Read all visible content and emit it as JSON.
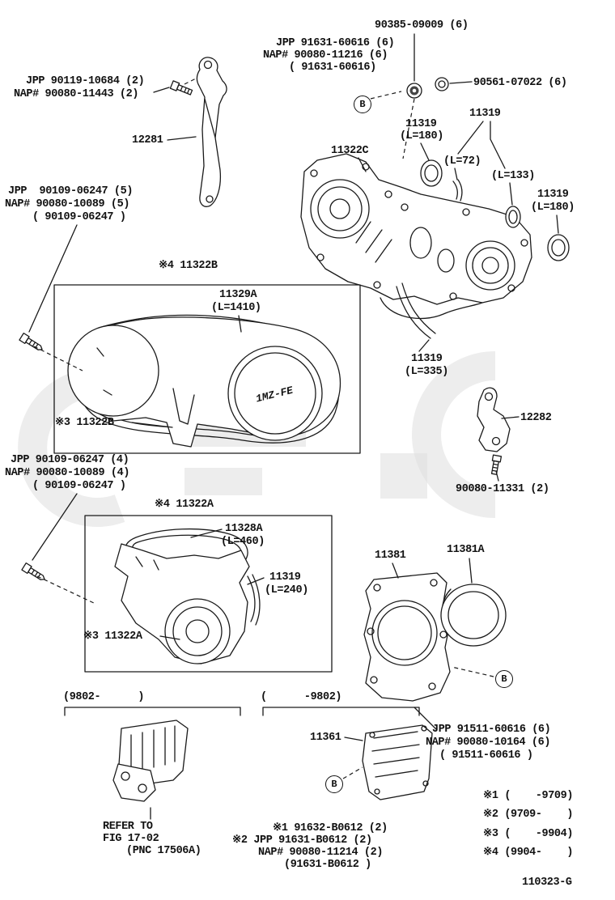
{
  "callouts": {
    "grommet": "90385-09009 (6)",
    "top_bolt_jpp": "JPP 91631-60616 (6)",
    "top_bolt_nap": "NAP# 90080-11216 (6)",
    "top_bolt_alt": "( 91631-60616)",
    "seal6": "90561-07022 (6)",
    "left_bolt_jpp": "JPP 90119-10684 (2)",
    "left_bolt_nap": "NAP# 90080-11443 (2)",
    "p12281": "12281",
    "p11322c": "11322C",
    "seal180a": "11319",
    "seal180a_len": "(L=180)",
    "p11319": "11319",
    "len72": "(L=72)",
    "len133": "(L=133)",
    "seal180b": "11319",
    "seal180b_len": "(L=180)",
    "bolt5_jpp": "JPP  90109-06247 (5)",
    "bolt5_nap": "NAP# 90080-10089 (5)",
    "bolt5_alt": "( 90109-06247 )",
    "box1_title": "※4 11322B",
    "p11329a": "11329A",
    "p11329a_len": "(L=1410)",
    "p11322b3": "※3 11322B",
    "seal335": "11319",
    "seal335_len": "(L=335)",
    "p12282": "12282",
    "bolt11331": "90080-11331 (2)",
    "bolt4_jpp": "JPP 90109-06247 (4)",
    "bolt4_nap": "NAP# 90080-10089 (4)",
    "bolt4_alt": "( 90109-06247 )",
    "box2_title": "※4 11322A",
    "p11328a": "11328A",
    "p11328a_len": "(L=460)",
    "seal240": "11319",
    "seal240_len": "(L=240)",
    "p11322a3": "※3 11322A",
    "p11381": "11381",
    "p11381a": "11381A",
    "range_from_9802": "(9802-      )",
    "range_to_9802": "(      -9802)",
    "p11361": "11361",
    "bolt6_jpp": "JPP 91511-60616 (6)",
    "bolt6_nap": "NAP# 90080-10164 (6)",
    "bolt6_alt": "( 91511-60616 )",
    "refer_line1": "REFER TO",
    "refer_line2": "FIG 17-02",
    "refer_line3": "(PNC 17506A)",
    "note1": "※1 91632-B0612 (2)",
    "note2": "※2 JPP 91631-B0612 (2)",
    "note3": "NAP# 90080-11214 (2)",
    "note4": "(91631-B0612 )",
    "legend1": "※1 (    -9709)",
    "legend2": "※2 (9709-    )",
    "legend3": "※3 (    -9904)",
    "legend4": "※4 (9904-    )",
    "doc_code": "110323-G",
    "b_marker": "B",
    "engine_logo": "1MZ-FE"
  }
}
